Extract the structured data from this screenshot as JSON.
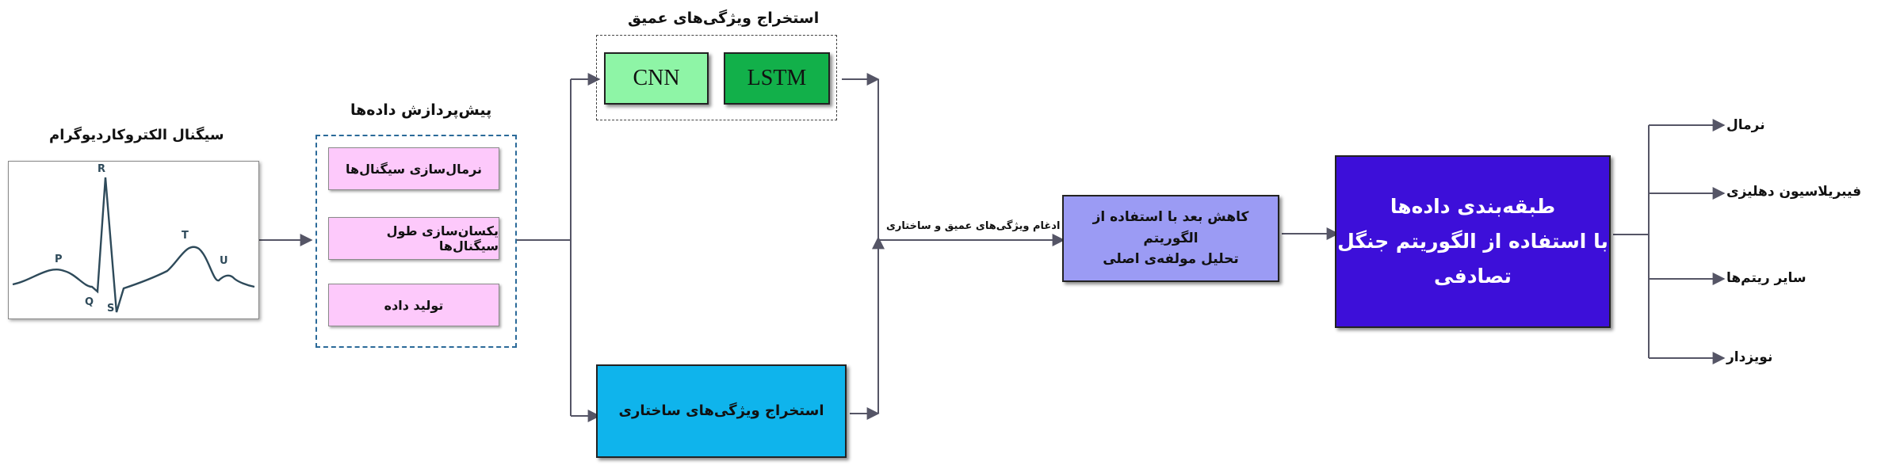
{
  "ecg": {
    "title": "سیگنال الکتروکاردیوگرام",
    "waves": {
      "p": "P",
      "q": "Q",
      "r": "R",
      "s": "S",
      "t": "T",
      "u": "U"
    }
  },
  "preprocessing": {
    "title": "پیش‌پردازش داده‌ها",
    "steps": [
      "نرمال‌سازی سیگنال‌ها",
      "یکسان‌سازی طول سیگنال‌ها",
      "تولید داده"
    ]
  },
  "deep_features": {
    "title": "استخراج ویژگی‌های عمیق",
    "cnn": "CNN",
    "lstm": "LSTM"
  },
  "structural_features": {
    "label": "استخراج ویژگی‌های ساختاری"
  },
  "merge": {
    "label": "ادغام ویژگی‌های عمیق و ساختاری"
  },
  "pca": {
    "line1": "کاهش بعد با استفاده از الگوریتم",
    "line2": "تحلیل مولفه‌ی اصلی"
  },
  "classification": {
    "line1": "طبقه‌بندی داده‌ها",
    "line2": "با استفاده از الگوریتم جنگل",
    "line3": "تصادفی"
  },
  "outputs": [
    "نرمال",
    "فیبریلاسیون دهلیزی",
    "سایر ریتم‌ها",
    "نویزدار"
  ],
  "colors": {
    "preprocess_box": "#fdc9fb",
    "cnn": "#8ef5a6",
    "lstm": "#12b04a",
    "structural": "#0fb4ec",
    "pca": "#9b9bf4",
    "classification": "#3d0fd9",
    "connector": "#555566",
    "ecg_line": "#2e4a5a"
  }
}
